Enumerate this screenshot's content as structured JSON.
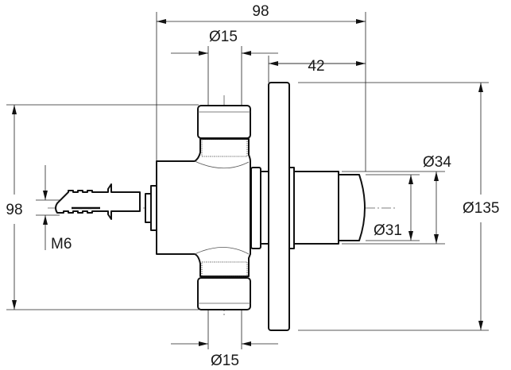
{
  "drawing": {
    "dimensions": {
      "overall_length": "98",
      "inlet_diameter_top": "Ø15",
      "flange_to_end": "42",
      "overall_height": "98",
      "anchor_thread": "M6",
      "button_diameter": "Ø34",
      "cap_diameter": "Ø31",
      "flange_diameter": "Ø135",
      "outlet_diameter_bottom": "Ø15"
    }
  }
}
